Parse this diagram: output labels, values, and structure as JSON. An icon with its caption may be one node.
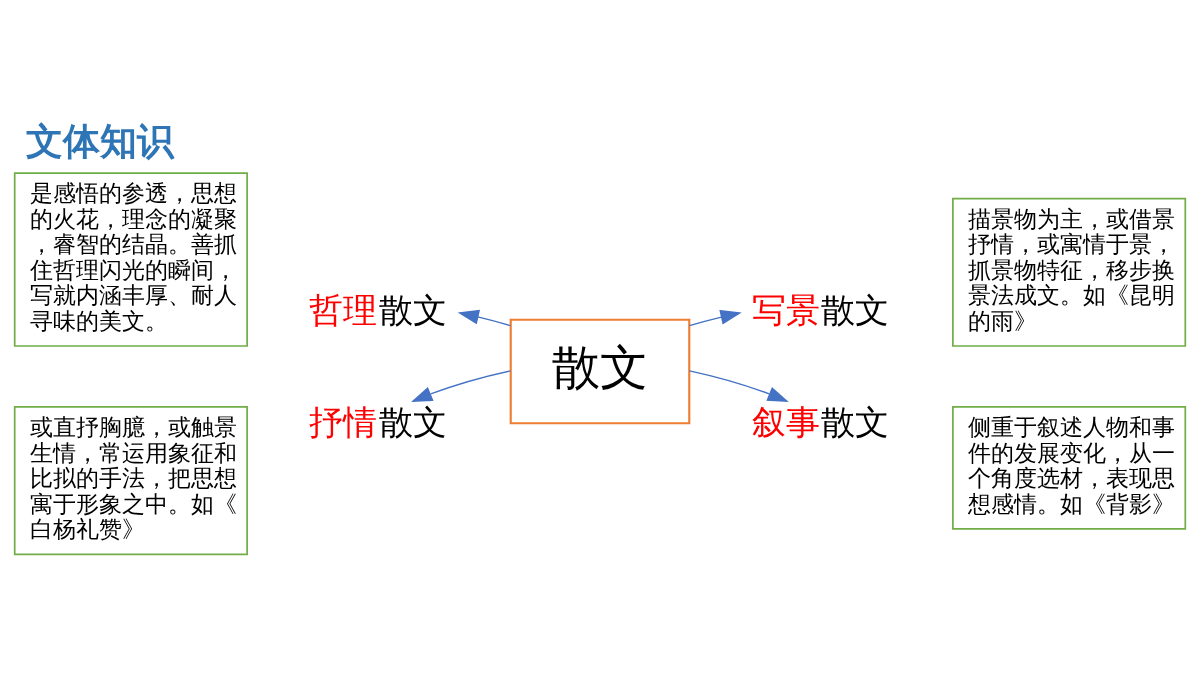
{
  "diagram": {
    "title": "文体知识",
    "nodes": [
      {
        "text": [
          "散文"
        ]
      },
      {
        "text": [
          "哲理散文"
        ]
      },
      {
        "text": [
          "是感悟的参透，思想的火花，理念的凝聚，睿智的结晶。善抓住哲理闪光的瞬间，写就内涵丰厚、耐人寻味的美文。"
        ]
      },
      {
        "text": [
          "写景散文"
        ]
      },
      {
        "text": [
          "描景物为主，或借景抒情，或寓情于景，抓景物特征，移步换景法成文。如《昆明的雨》"
        ]
      },
      {
        "text": [
          "抒情散文"
        ]
      },
      {
        "text": [
          "或直抒胸臆，或触景生情，常运用象征和比拟的手法，把思想寓于形象之中。如《白杨礼赞》"
        ]
      },
      {
        "text": [
          "叙事散文"
        ]
      },
      {
        "text": [
          "侧重于叙述人物和事件的发展变化，从一个角度选材，表现思想感情。如《背影》"
        ]
      }
    ],
    "edges": [
      {
        "from": 0,
        "to": 1,
        "arrow": "to"
      },
      {
        "from": 0,
        "to": 3,
        "arrow": "to"
      },
      {
        "from": 0,
        "to": 5,
        "arrow": "to"
      },
      {
        "from": 0,
        "to": 7,
        "arrow": "to"
      }
    ]
  }
}
